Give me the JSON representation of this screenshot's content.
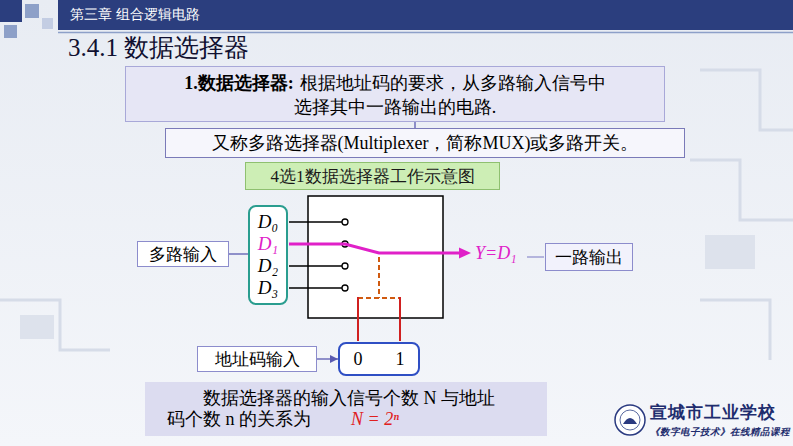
{
  "diagram": {
    "title": "3.4.1 数据选择器",
    "nodes": [
      {
        "text": [
          "1.数据选择器:",
          "根据地址码的要求，从多路输入信号中选择其中一路输出的电路."
        ]
      },
      {
        "text": [
          "又称多路选择器(Multiplexer，简称MUX)或多路开关。"
        ]
      },
      {
        "text": [
          "4选1数据选择器工作示意图"
        ]
      },
      {
        "text": [
          "D₀",
          "D₁",
          "D₂",
          "D₃"
        ]
      },
      {
        "text": [
          "多路输入"
        ]
      },
      {
        "text": [
          "一路输出"
        ]
      },
      {
        "text": [
          "0",
          "1"
        ]
      },
      {
        "text": [
          "地址码输入"
        ]
      },
      {
        "text": [
          "数据选择器的输入信号个数 N 与地址码个数 n 的关系为",
          "N = 2ⁿ"
        ]
      }
    ],
    "edges": [
      {
        "from": 1,
        "to": 0,
        "arrow": "none"
      },
      {
        "from": 4,
        "to": 3,
        "arrow": "none"
      },
      {
        "from": 7,
        "to": 6,
        "arrow": "to"
      }
    ],
    "labels": [
      "第三章 组合逻辑电路",
      "Y=D₁",
      "宣城市工业学校",
      "《数字电子技术》在线精品课程"
    ]
  }
}
